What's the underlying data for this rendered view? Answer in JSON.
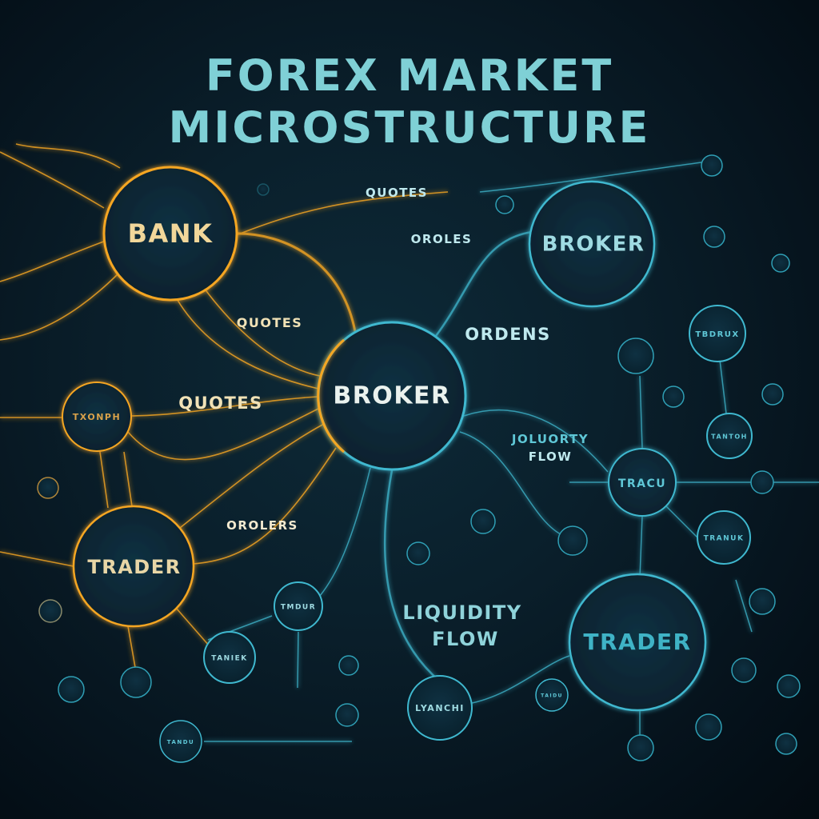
{
  "title": {
    "line1": "FOREX MARKET",
    "line2": "MICROSTRUCTURE"
  },
  "nodes": {
    "bank": "BANK",
    "broker_center": "BROKER",
    "broker_top": "BROKER",
    "trader_left": "TRADER",
    "trader_right": "TRADER",
    "small_txonph": "TXONPH",
    "small_tracu": "TRACU",
    "small_tbdrux": "TBDRUX",
    "small_tantoh": "TANTOH",
    "small_tranuk": "TRANUK",
    "small_taniek": "TANIEK",
    "small_tmdur": "TMDUR",
    "small_lyanchi": "LYANCHI",
    "small_taidu": "TAIDU",
    "small_tandu": "TANDU"
  },
  "edge_labels": {
    "quotes_top": "QUOTES",
    "oroles": "OROLES",
    "quotes_mid": "QUOTES",
    "quotes_left": "QUOTES",
    "ordens": "ORDENS",
    "joluorty_1": "JOLUORTY",
    "joluorty_2": "FLOW",
    "orolers": "OROLERS",
    "liquidity_1": "LIQUIDITY",
    "liquidity_2": "FLOW"
  },
  "colors": {
    "gold": "#f5a623",
    "cyan": "#3fb8cf",
    "background": "#0a1f2b",
    "title": "#7fd0d6"
  }
}
